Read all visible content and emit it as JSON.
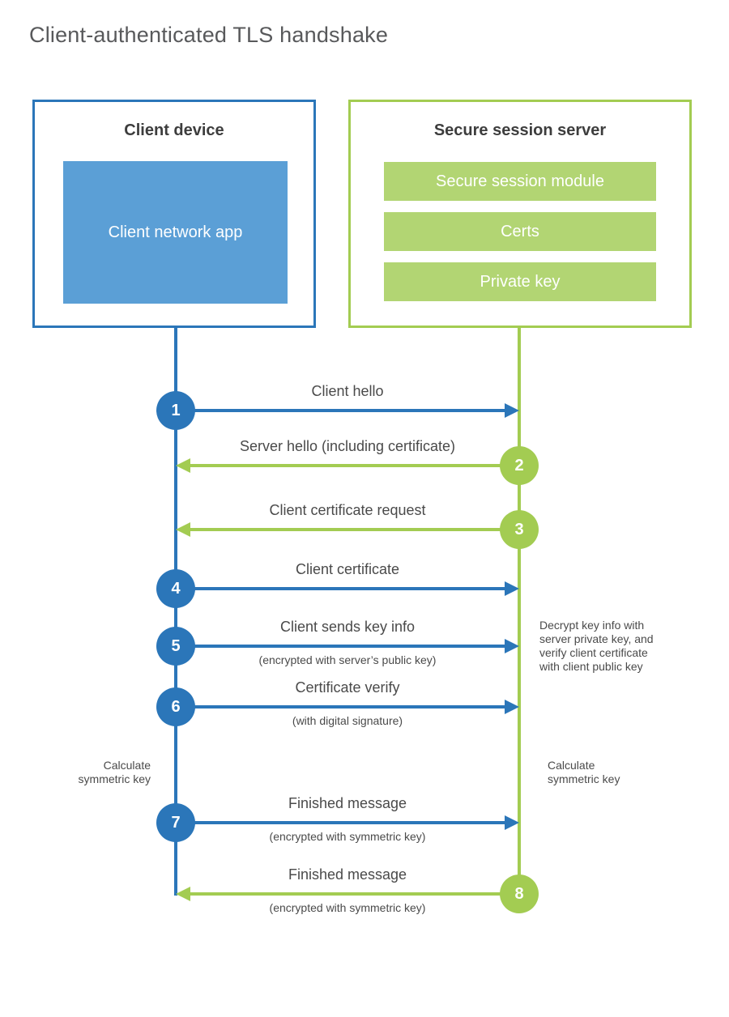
{
  "title": "Client-authenticated TLS handshake",
  "colors": {
    "client_blue": "#2b76b9",
    "client_blue_light": "#5b9fd6",
    "server_green": "#a3cc52",
    "server_green_light": "#b2d573",
    "title_gray": "#58595b",
    "label_gray": "#4a4a4a"
  },
  "client": {
    "title": "Client device",
    "app_label": "Client network app"
  },
  "server": {
    "title": "Secure session server",
    "modules": [
      "Secure session module",
      "Certs",
      "Private key"
    ]
  },
  "steps": [
    {
      "num": "1",
      "actor": "client",
      "direction": "right",
      "label": "Client hello",
      "sub": ""
    },
    {
      "num": "2",
      "actor": "server",
      "direction": "left",
      "label": "Server hello (including certificate)",
      "sub": ""
    },
    {
      "num": "3",
      "actor": "server",
      "direction": "left",
      "label": "Client certificate request",
      "sub": ""
    },
    {
      "num": "4",
      "actor": "client",
      "direction": "right",
      "label": "Client certificate",
      "sub": ""
    },
    {
      "num": "5",
      "actor": "client",
      "direction": "right",
      "label": "Client sends key info",
      "sub": "(encrypted with server’s public key)"
    },
    {
      "num": "6",
      "actor": "client",
      "direction": "right",
      "label": "Certificate verify",
      "sub": "(with digital signature)"
    },
    {
      "num": "7",
      "actor": "client",
      "direction": "right",
      "label": "Finished message",
      "sub": "(encrypted with symmetric key)"
    },
    {
      "num": "8",
      "actor": "server",
      "direction": "left",
      "label": "Finished message",
      "sub": "(encrypted with symmetric key)"
    }
  ],
  "notes": {
    "decrypt": "Decrypt key info with\nserver private key, and\nverify client certificate\nwith client public key",
    "calc_left": "Calculate\nsymmetric key",
    "calc_right": "Calculate\nsymmetric key"
  }
}
